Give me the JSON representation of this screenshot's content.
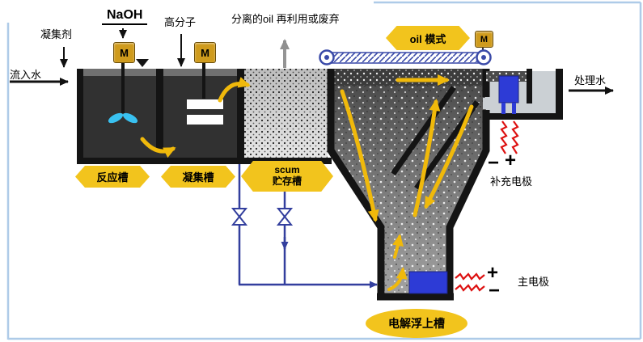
{
  "labels": {
    "influent": "流入水",
    "coagulant": "凝集剂",
    "naoh": "NaOH",
    "polymer": "高分子",
    "separated_oil": "分离的oil 再利用或废弃",
    "effluent": "处理水",
    "supplementary_electrode": "补充电极",
    "main_electrode": "主电极"
  },
  "badges": {
    "reaction_tank": "反应槽",
    "coagulation_tank": "凝集槽",
    "scum_line1": "scum",
    "scum_line2": "贮存槽",
    "oil_mode": "oil 模式",
    "flotation_tank": "电解浮上槽"
  },
  "motors": {
    "label": "M"
  },
  "signs": {
    "plus": "+",
    "minus": "−"
  },
  "colors": {
    "badge_yellow": "#f2c41d",
    "arrow_yellow": "#f0b90b",
    "motor_gold": "#cf9b1d",
    "pipe_blue": "#333f9e",
    "electrode_blue": "#2d3bd6",
    "spark_red": "#dd1111",
    "tank_dark": "#313131",
    "frame_blue": "#aecbe8"
  }
}
